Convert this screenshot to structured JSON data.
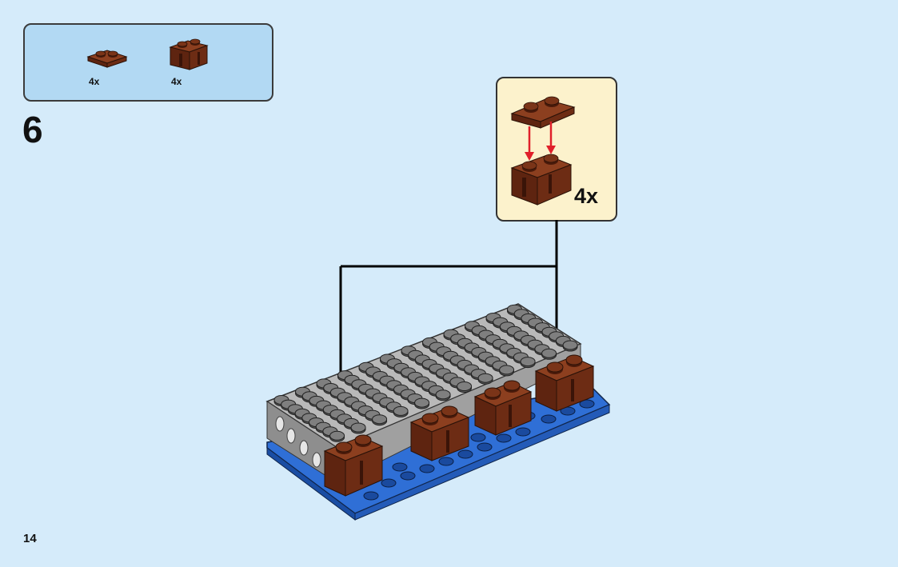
{
  "parts_list": {
    "items": [
      {
        "part": "brown-plate-1x2-with-clip",
        "quantity": "4x",
        "color": "#7a3418"
      },
      {
        "part": "brown-brick-1x2-half-timber",
        "quantity": "4x",
        "color": "#7a3418"
      }
    ]
  },
  "step": {
    "number": "6"
  },
  "callout": {
    "quantity": "4x"
  },
  "page": {
    "number": "14"
  },
  "colors": {
    "background": "#d5ebfa",
    "parts_box": "#b2d9f3",
    "callout_box": "#fcf2cc",
    "brown": "#7a3418",
    "grey": "#a9a9a9",
    "blue": "#2f6fd6",
    "arrow_red": "#e0202a"
  }
}
